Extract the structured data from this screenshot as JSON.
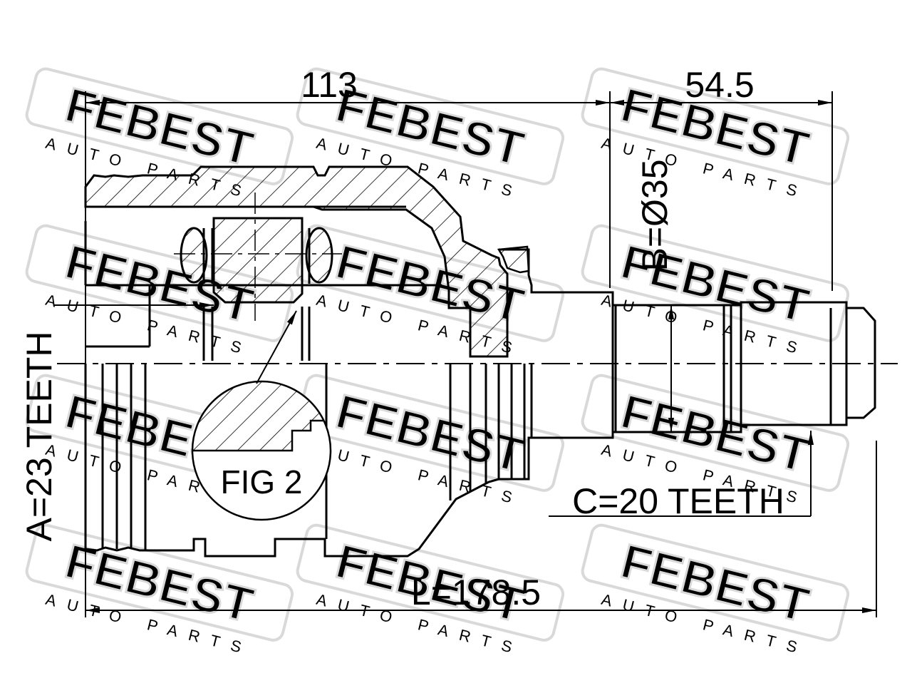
{
  "dimensions": {
    "top_left_length": "113",
    "top_right_length": "54.5",
    "shaft_diameter": "B=Ø35",
    "overall_length": "L=178.5"
  },
  "labels": {
    "inner_teeth": "A=23 TEETH",
    "outer_teeth": "C=20 TEETH",
    "detail_view": "FIG 2"
  },
  "watermark": {
    "brand": "FEBEST",
    "tagline": "AUTO PARTS"
  },
  "colors": {
    "line": "#000000",
    "watermark": "#d9d9d9",
    "background": "#ffffff"
  }
}
